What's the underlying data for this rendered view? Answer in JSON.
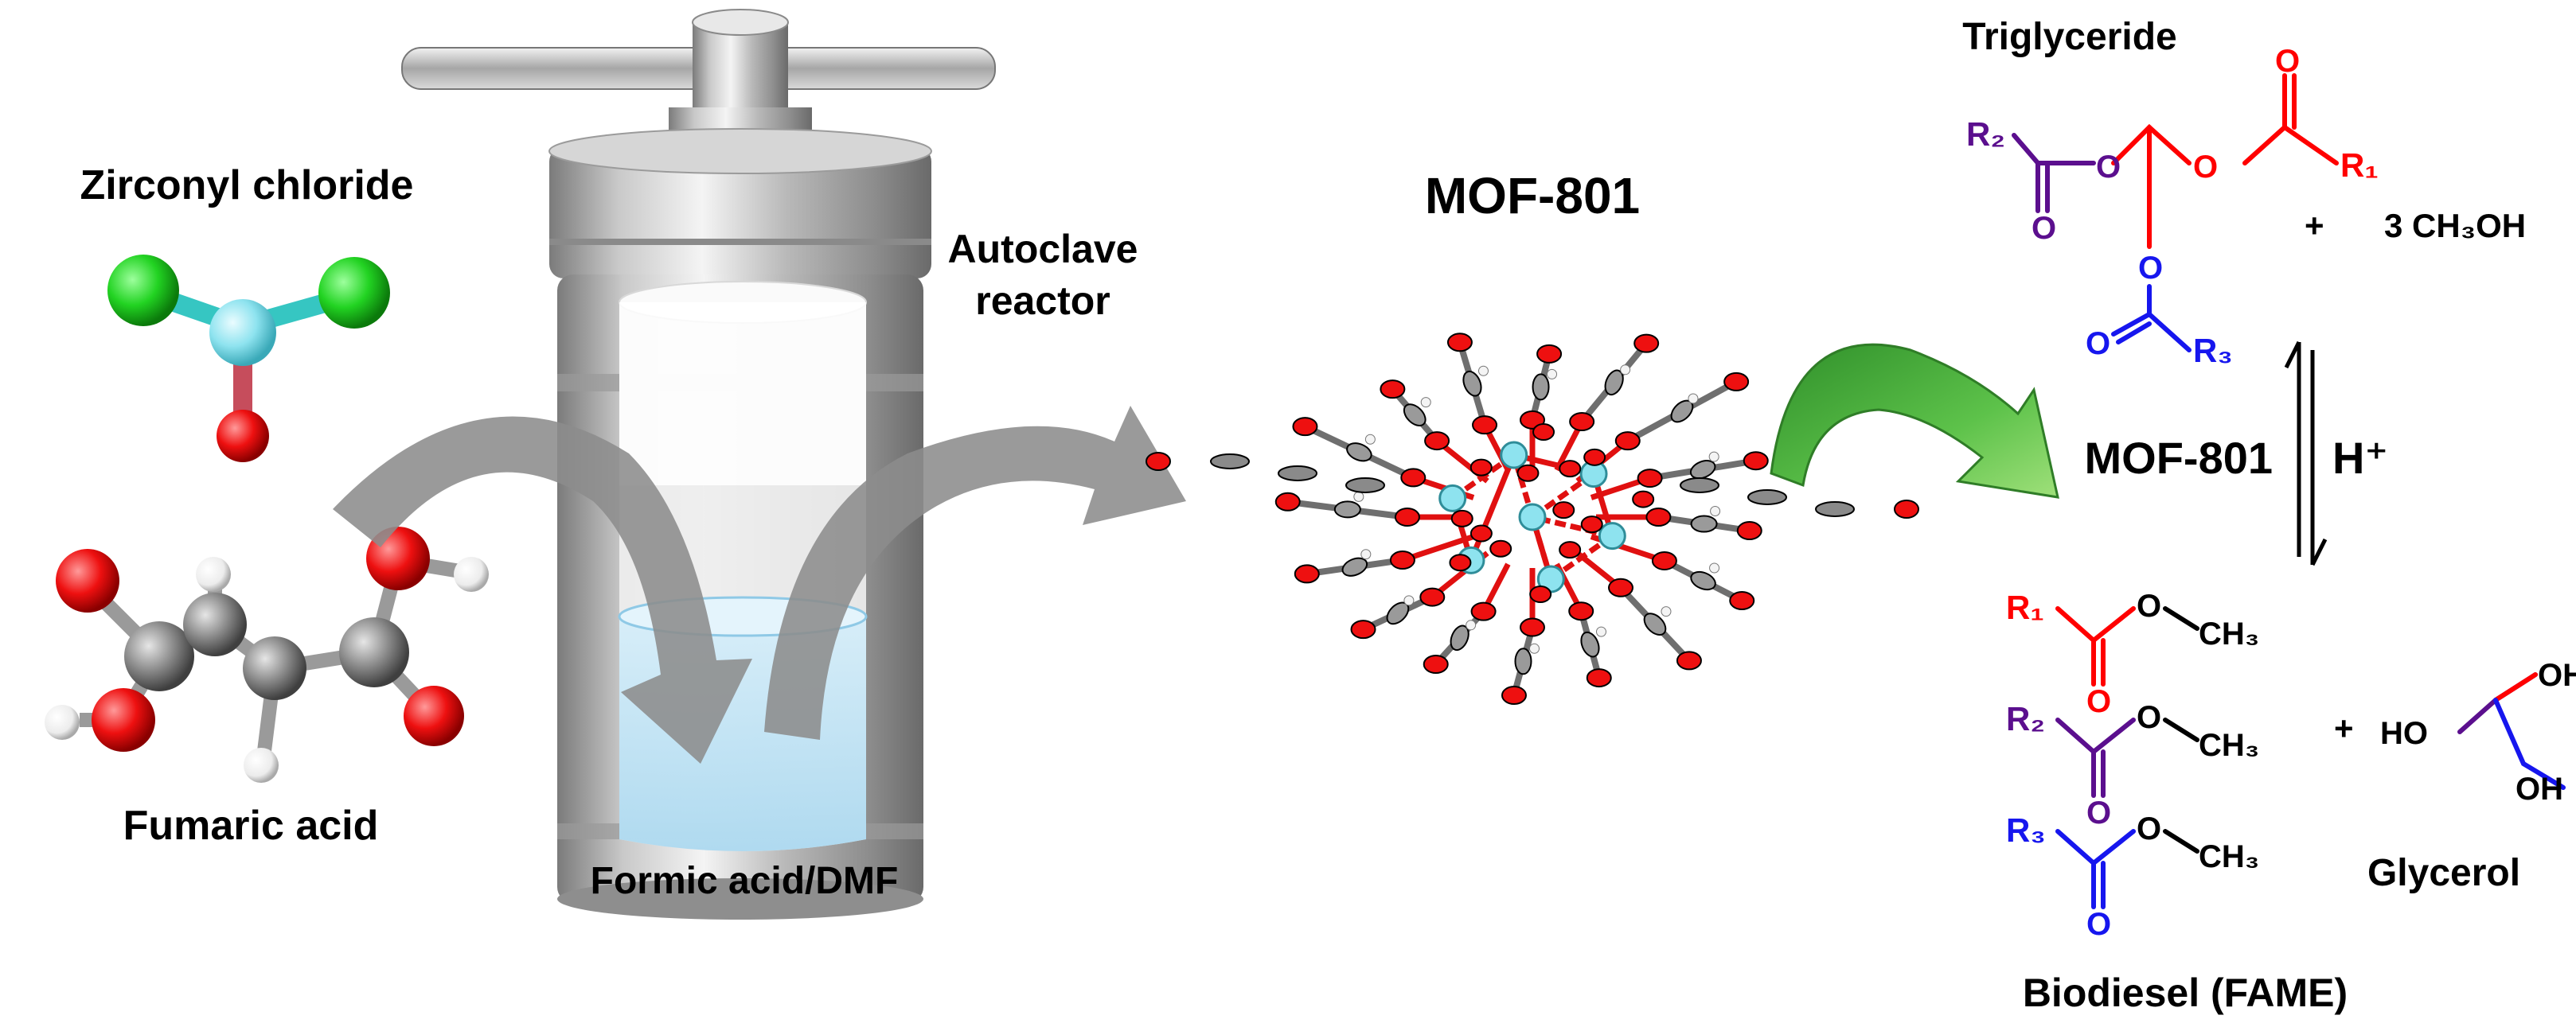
{
  "labels": {
    "zirconyl": "Zirconyl chloride",
    "fumaric": "Fumaric acid",
    "solvent": "Formic acid/DMF",
    "autoclave_line1": "Autoclave",
    "autoclave_line2": "reactor",
    "mof_title": "MOF-801",
    "triglyceride": "Triglyceride",
    "methanol_plus": "+",
    "methanol": "3 CH₃OH",
    "mof_catalyst": "MOF-801",
    "hplus": "H⁺",
    "products_plus": "+",
    "glycerol": "Glycerol",
    "biodiesel": "Biodiesel (FAME)"
  },
  "chem": {
    "o": "O",
    "r1": "R₁",
    "r2": "R₂",
    "r3": "R₃",
    "ch3": "CH₃",
    "oh": "OH",
    "ho": "HO"
  },
  "colors": {
    "red": "#ff0000",
    "purple": "#5b0f8e",
    "blue": "#1616ee",
    "green_arrow": "#46b13a",
    "gray_arrow": "#8c8c8c",
    "chlorine": "#22d322",
    "zirconium": "#8ee3ef",
    "oxygen": "#ee1010",
    "carbon": "#8a8a8a",
    "hydrogen": "#f2f2f2"
  }
}
